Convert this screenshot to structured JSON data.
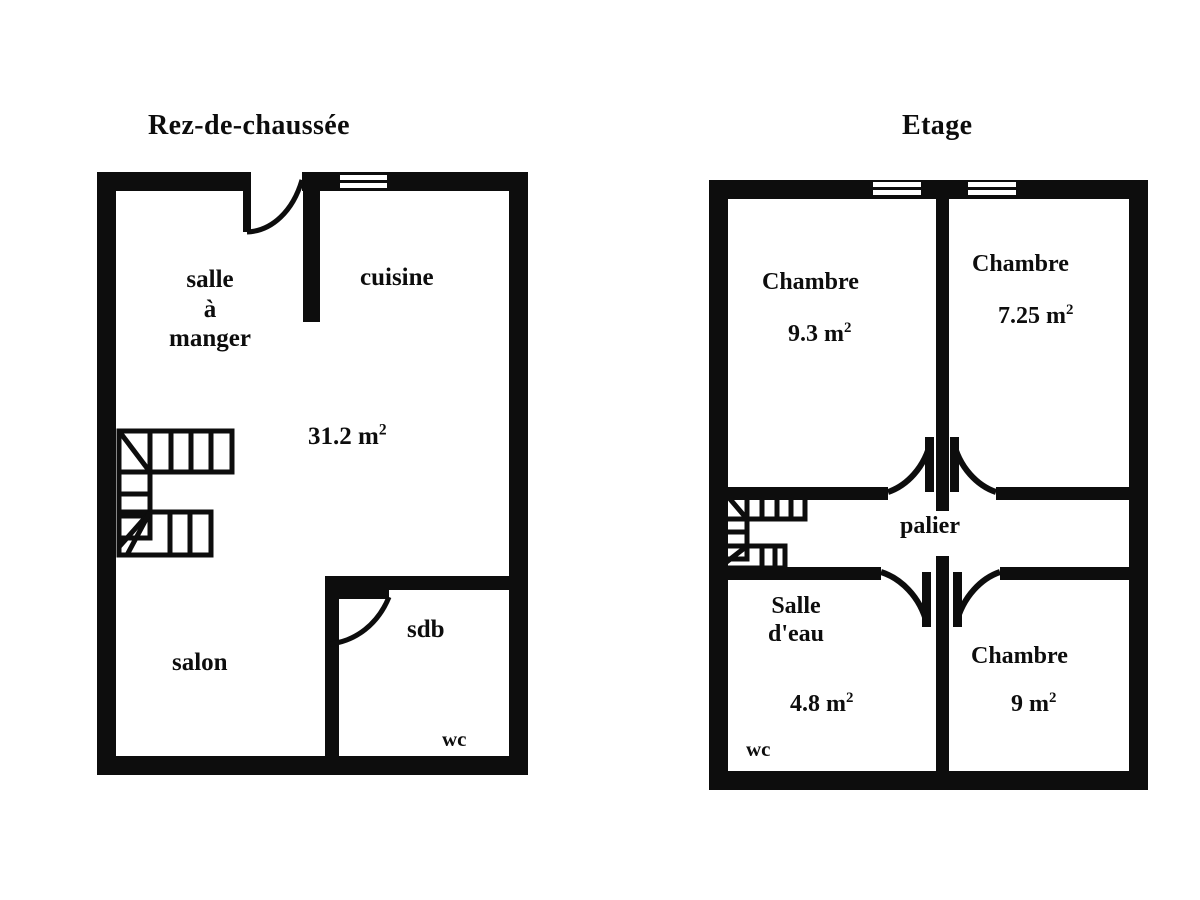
{
  "document": {
    "kind": "floor-plan",
    "language": "fr",
    "background_color": "#ffffff",
    "ink_color": "#0d0d0d"
  },
  "floors": [
    {
      "id": "ground",
      "title": "Rez-de-chaussée",
      "rooms": [
        {
          "name": "salle\nà\nmanger",
          "line1": "salle",
          "line2": "à",
          "line3": "manger",
          "area": ""
        },
        {
          "name": "cuisine",
          "line1": "cuisine",
          "area": ""
        },
        {
          "name": "salon",
          "line1": "salon",
          "area": ""
        },
        {
          "name": "sdb",
          "line1": "sdb",
          "area": ""
        },
        {
          "name": "wc",
          "line1": "wc",
          "area": ""
        }
      ],
      "total_area_value": "31.2",
      "total_area_unit": "m",
      "area_exponent": "2",
      "features": [
        "staircase",
        "window",
        "door-swing"
      ]
    },
    {
      "id": "upper",
      "title": "Etage",
      "rooms": [
        {
          "name": "Chambre",
          "line1": "Chambre",
          "area_value": "9.3",
          "area_unit": "m",
          "area_exponent": "2"
        },
        {
          "name": "Chambre",
          "line1": "Chambre",
          "area_value": "7.25",
          "area_unit": "m",
          "area_exponent": "2"
        },
        {
          "name": "Salle d'eau",
          "line1": "Salle",
          "line2": "d'eau",
          "area_value": "4.8",
          "area_unit": "m",
          "area_exponent": "2"
        },
        {
          "name": "Chambre",
          "line1": "Chambre",
          "area_value": "9",
          "area_unit": "m",
          "area_exponent": "2"
        },
        {
          "name": "palier",
          "line1": "palier",
          "area_value": ""
        },
        {
          "name": "wc",
          "line1": "wc",
          "area_value": ""
        }
      ],
      "features": [
        "staircase",
        "window",
        "window",
        "door-swing",
        "door-swing",
        "door-swing",
        "door-swing"
      ]
    }
  ],
  "labels": {
    "ground": {
      "dining": {
        "l1": "salle",
        "l2": "à",
        "l3": "manger"
      },
      "kitchen": "cuisine",
      "living": "salon",
      "bathroom": "sdb",
      "toilet": "wc",
      "area_number": "31.2",
      "area_unit": "m",
      "area_exp": "2"
    },
    "upper": {
      "bedroom1_name": "Chambre",
      "bedroom1_area": "9.3",
      "bedroom1_unit": "m",
      "bedroom1_exp": "2",
      "bedroom2_name": "Chambre",
      "bedroom2_area": "7.25",
      "bedroom2_unit": "m",
      "bedroom2_exp": "2",
      "bathroom_l1": "Salle",
      "bathroom_l2": "d'eau",
      "bathroom_area": "4.8",
      "bathroom_unit": "m",
      "bathroom_exp": "2",
      "bedroom3_name": "Chambre",
      "bedroom3_area": "9",
      "bedroom3_unit": "m",
      "bedroom3_exp": "2",
      "landing": "palier",
      "toilet": "wc"
    }
  }
}
